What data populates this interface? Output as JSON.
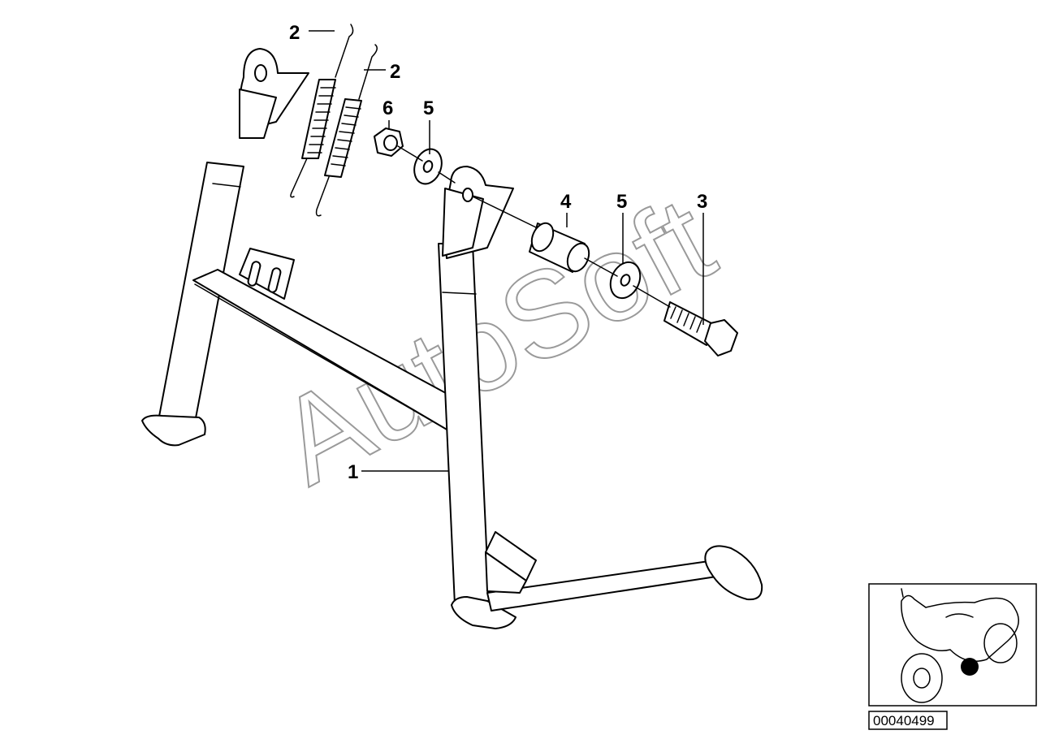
{
  "watermark": "AutoSoft",
  "diagram_number": "00040499",
  "callouts": [
    {
      "id": "callout-1",
      "label": "1"
    },
    {
      "id": "callout-2a",
      "label": "2"
    },
    {
      "id": "callout-2b",
      "label": "2"
    },
    {
      "id": "callout-3",
      "label": "3"
    },
    {
      "id": "callout-4",
      "label": "4"
    },
    {
      "id": "callout-5a",
      "label": "5"
    },
    {
      "id": "callout-5b",
      "label": "5"
    },
    {
      "id": "callout-6",
      "label": "6"
    }
  ],
  "colors": {
    "line": "#000000",
    "background": "#ffffff",
    "watermark": "#9a9a9a",
    "marker": "#000000"
  }
}
